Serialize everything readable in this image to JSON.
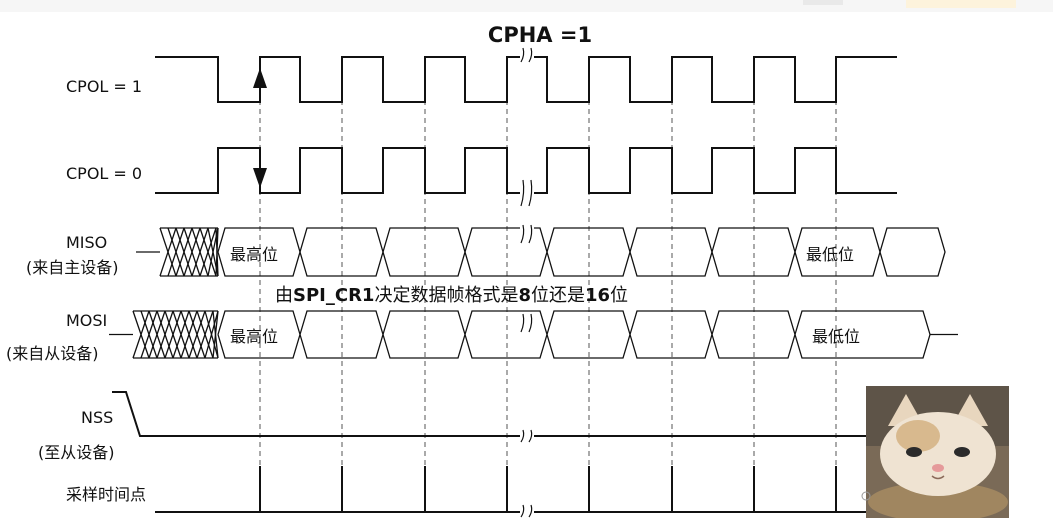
{
  "title": "CPHA =1",
  "signals": {
    "cpol1": "CPOL = 1",
    "cpol0": "CPOL = 0",
    "miso_name": "MISO",
    "miso_desc": "(来自主设备)",
    "mosi_name": "MOSI",
    "mosi_desc": "(来自从设备)",
    "nss_name": "NSS",
    "nss_desc": "(至从设备)",
    "sample": "采样时间点"
  },
  "data_labels": {
    "msb": "最高位",
    "lsb": "最低位"
  },
  "note_parts": [
    "由",
    "SPI_CR1",
    "决定数据帧格式是",
    "8",
    "位还是",
    "16",
    "位"
  ],
  "avatar": {
    "type": "cat-photo",
    "icon": "cat-avatar-icon"
  },
  "colors": {
    "line": "#111111",
    "guide": "#555555"
  }
}
